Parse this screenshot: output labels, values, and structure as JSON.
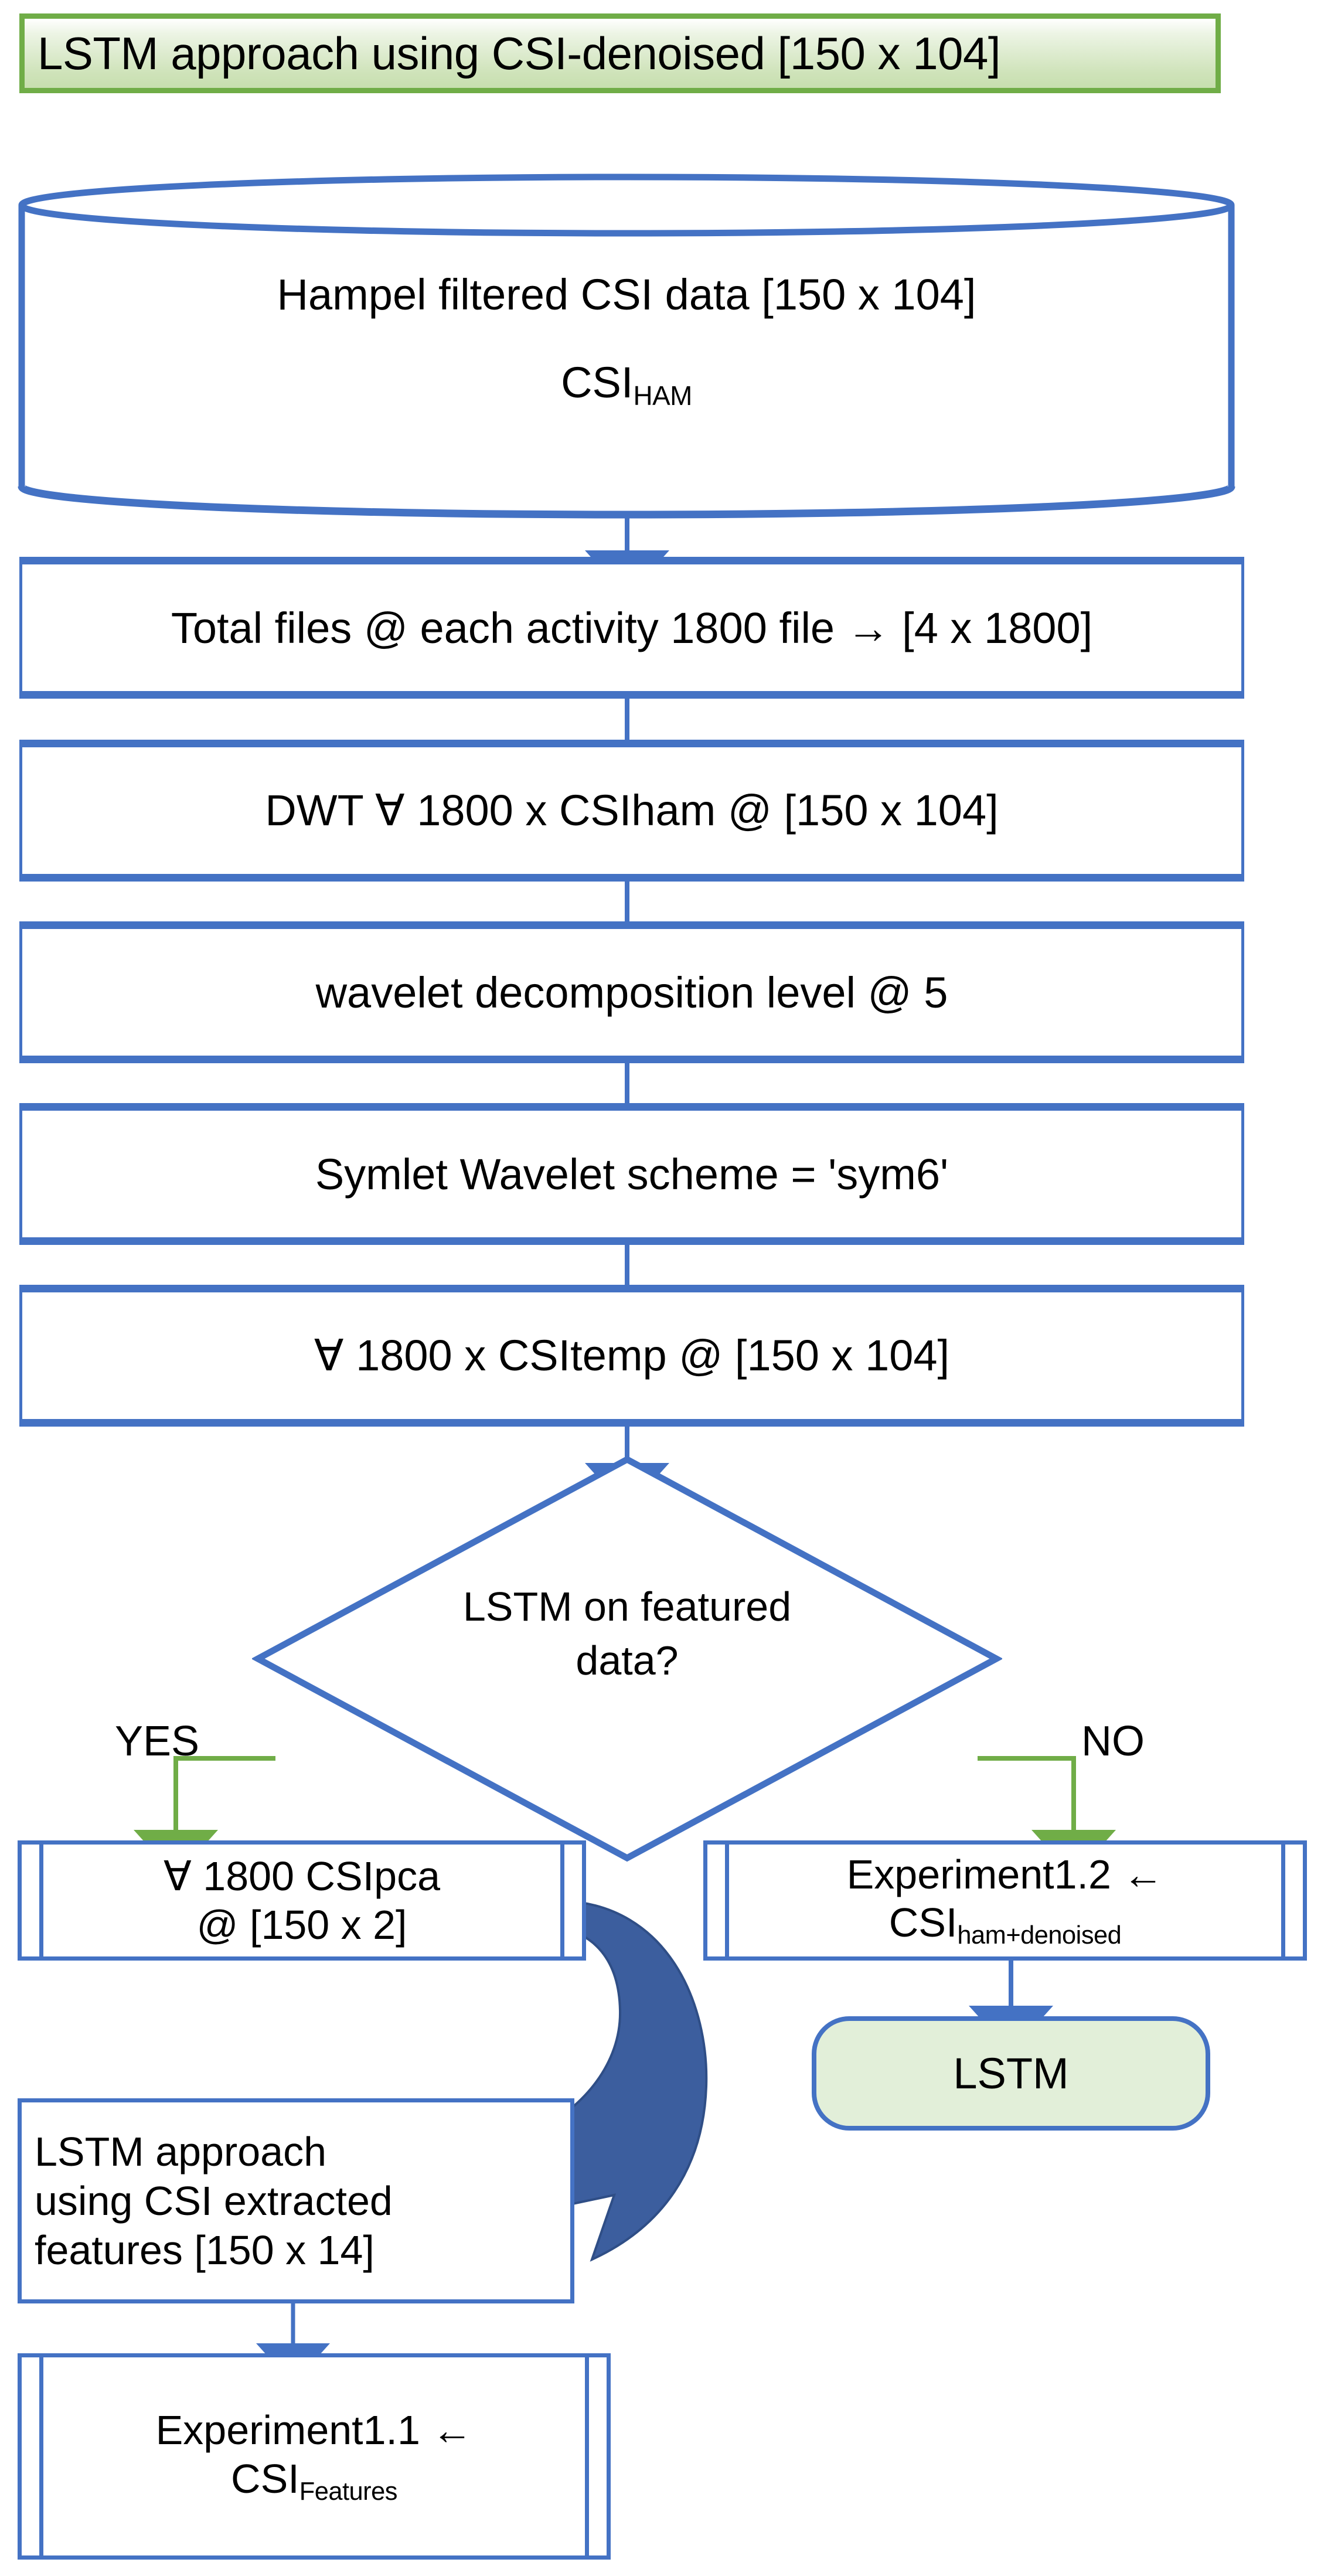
{
  "title": {
    "text": "LSTM  approach using CSI-denoised [150 x 104]",
    "border_color": "#70AD47",
    "fill_color": "#C7DFAE"
  },
  "colors": {
    "flow_blue": "#4472C4",
    "curved_arrow_blue": "#3C5E9E",
    "branch_green": "#70AD47",
    "terminator_fill": "#E2EFD9"
  },
  "database": {
    "line1": "Hampel filtered CSI data [150 x 104]",
    "line2_base": "CSI",
    "line2_sub": "HAM"
  },
  "process_steps": [
    {
      "label": "Total files @ each activity 1800 file → [4 x 1800]"
    },
    {
      "label": "DWT ∀ 1800 x CSIham @ [150 x 104]"
    },
    {
      "label": "wavelet decomposition level @  5"
    },
    {
      "label": "Symlet Wavelet scheme = 'sym6'"
    },
    {
      "label": "∀ 1800 x CSItemp @ [150 x 104]"
    }
  ],
  "decision": {
    "line1": "LSTM on featured",
    "line2": "data?",
    "yes_label": "YES",
    "no_label": "NO"
  },
  "yes_branch": {
    "pca_box": {
      "line1": "∀  1800 CSIpca",
      "line2": "@ [150 x 2]"
    },
    "feature_box": {
      "line1": "LSTM approach",
      "line2": "using CSI extracted",
      "line3": "features [150 x 14]"
    },
    "experiment_box": {
      "line1": "Experiment1.1 ←",
      "line2_base": "CSI",
      "line2_sub": "Features"
    }
  },
  "no_branch": {
    "experiment_box": {
      "line1": "Experiment1.2 ←",
      "line2_base": "CSI",
      "line2_sub": "ham+denoised"
    },
    "terminator": {
      "label": "LSTM"
    }
  }
}
